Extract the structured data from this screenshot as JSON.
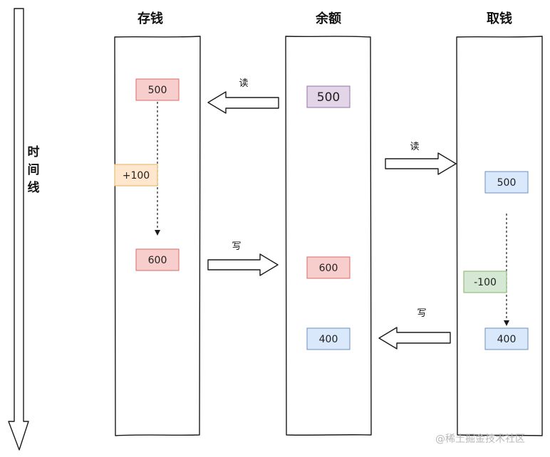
{
  "timeline": {
    "label_chars": [
      "时",
      "间",
      "线"
    ]
  },
  "columns": {
    "deposit": {
      "title": "存钱"
    },
    "balance": {
      "title": "余额"
    },
    "withdraw": {
      "title": "取钱"
    }
  },
  "deposit_boxes": {
    "initial": {
      "value": "500",
      "color": "#f8cecc"
    },
    "add": {
      "value": "+100",
      "color": "#ffe6cc"
    },
    "result": {
      "value": "600",
      "color": "#f8cecc"
    }
  },
  "balance_boxes": {
    "initial": {
      "value": "500",
      "color": "#e1d5e7"
    },
    "after_deposit": {
      "value": "600",
      "color": "#f8cecc"
    },
    "after_withdraw": {
      "value": "400",
      "color": "#dae8fc"
    }
  },
  "withdraw_boxes": {
    "initial": {
      "value": "500",
      "color": "#dae8fc"
    },
    "subtract": {
      "value": "-100",
      "color": "#d5e8d4"
    },
    "result": {
      "value": "400",
      "color": "#dae8fc"
    }
  },
  "arrows": {
    "deposit_read": {
      "label": "读"
    },
    "deposit_write": {
      "label": "写"
    },
    "withdraw_read": {
      "label": "读"
    },
    "withdraw_write": {
      "label": "写"
    }
  },
  "watermark": {
    "text": "@稀土掘金技术社区"
  }
}
